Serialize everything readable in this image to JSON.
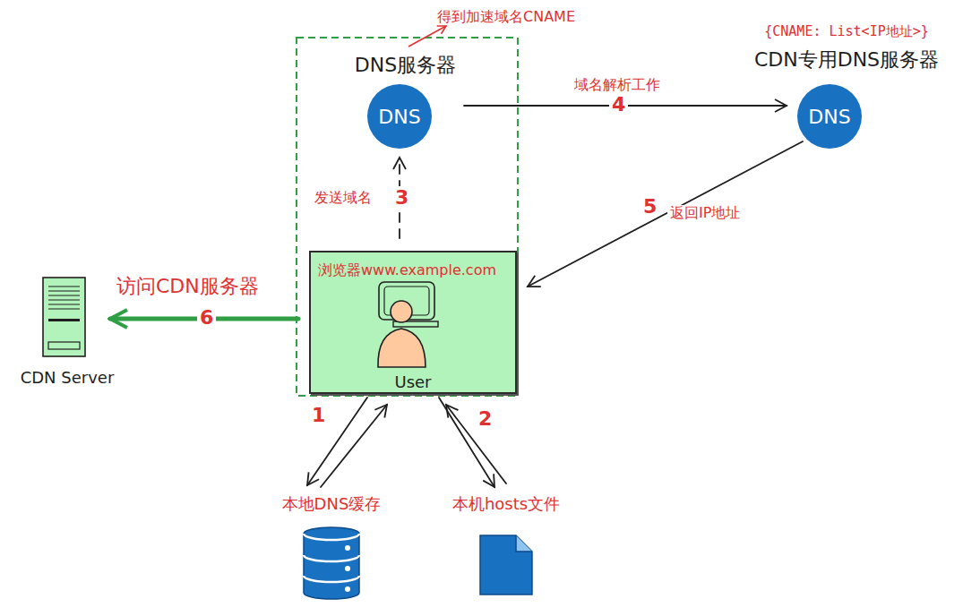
{
  "diagram": {
    "nodes": [
      {
        "text": [
          "DNS服务器",
          "DNS"
        ]
      },
      {
        "text": [
          "{CNAME: List<IP地址>}",
          "CDN专用DNS服务器",
          "DNS"
        ]
      },
      {
        "text": [
          "浏览器www.example.com",
          "User"
        ]
      },
      {
        "text": [
          "CDN Server"
        ]
      },
      {
        "text": [
          "本地DNS缓存"
        ]
      },
      {
        "text": [
          "本机hosts文件"
        ]
      }
    ],
    "edges": [
      {
        "from": 2,
        "to": 0,
        "label": "发送域名",
        "arrow": "to"
      },
      {
        "from": 0,
        "to": 1,
        "label": "域名解析工作",
        "arrow": "to"
      },
      {
        "from": 1,
        "to": 2,
        "label": "返回IP地址",
        "arrow": "to"
      },
      {
        "from": 2,
        "to": 3,
        "label": "访问CDN服务器",
        "arrow": "to"
      },
      {
        "from": 2,
        "to": 4,
        "arrow": "both"
      },
      {
        "from": 2,
        "to": 5,
        "arrow": "both"
      }
    ],
    "labels": [
      "得到加速域名CNAME",
      "3",
      "4",
      "5",
      "6",
      "1",
      "2"
    ]
  }
}
